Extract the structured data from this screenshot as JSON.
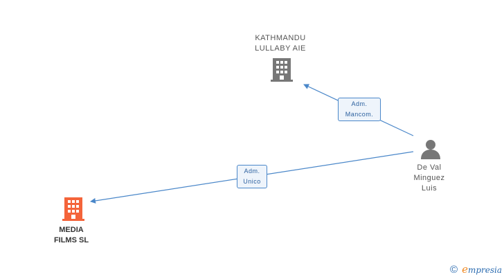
{
  "nodes": {
    "kathmandu": {
      "line1": "KATHMANDU",
      "line2": "LULLABY AIE",
      "color": "#777777",
      "icon": "building-icon"
    },
    "media_films": {
      "line1": "MEDIA",
      "line2": "FILMS SL",
      "color": "#f4643a",
      "icon": "building-icon"
    },
    "person": {
      "line1": "De Val",
      "line2": "Minguez",
      "line3": "Luis",
      "color": "#777777",
      "icon": "person-icon"
    }
  },
  "edges": {
    "to_kathmandu": {
      "line1": "Adm.",
      "line2": "Mancom."
    },
    "to_media": {
      "line1": "Adm.",
      "line2": "Unico"
    }
  },
  "colors": {
    "edge": "#4a87c9"
  },
  "brand": {
    "copyright": "©",
    "initial": "e",
    "rest": "mpresia"
  }
}
